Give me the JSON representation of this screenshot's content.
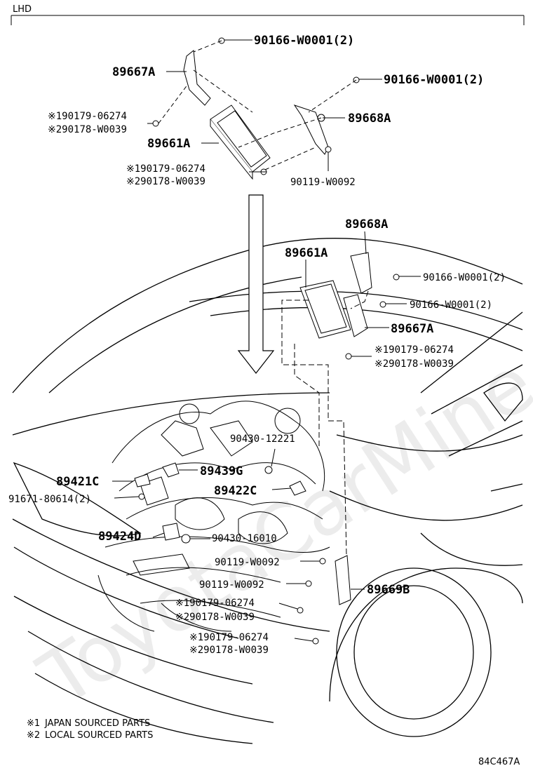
{
  "header": {
    "label": "LHD"
  },
  "diagram_code": "84C467A",
  "watermark": "ToyotaCarMine.ru",
  "notes": [
    {
      "mark": "※1",
      "text": "JAPAN SOURCED PARTS"
    },
    {
      "mark": "※2",
      "text": "LOCAL SOURCED PARTS"
    }
  ],
  "callouts": {
    "c01": "90166-W0001(2)",
    "c02": "89667A",
    "c03": "90166-W0001(2)",
    "c04": "※190179-06274",
    "c05": "※290178-W0039",
    "c06": "89668A",
    "c07": "89661A",
    "c08": "※190179-06274",
    "c09": "※290178-W0039",
    "c10": "90119-W0092",
    "c11": "89668A",
    "c12": "89661A",
    "c13": "90166-W0001(2)",
    "c14": "90166-W0001(2)",
    "c15": "89667A",
    "c16": "※190179-06274",
    "c17": "※290178-W0039",
    "c18": "90430-12221",
    "c19": "89439G",
    "c20": "89421C",
    "c21": "89422C",
    "c22": "91671-80614(2)",
    "c23": "89424D",
    "c24": "90430-16010",
    "c25": "90119-W0092",
    "c26": "90119-W0092",
    "c27": "89669B",
    "c28": "※190179-06274",
    "c29": "※290178-W0039",
    "c30": "※190179-06274",
    "c31": "※290178-W0039"
  }
}
